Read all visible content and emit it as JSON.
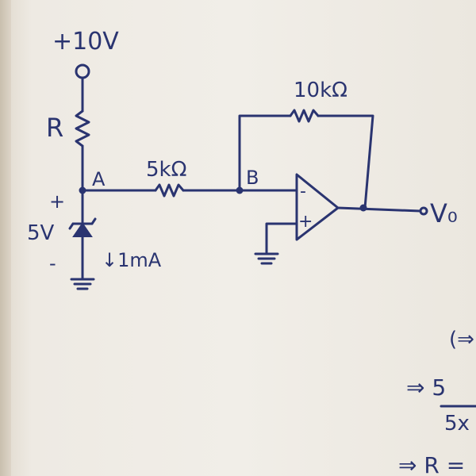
{
  "labels": {
    "supply": "+10V",
    "resistor_r": "R",
    "node_a": "A",
    "node_b": "B",
    "r_input": "5kΩ",
    "r_feedback": "10kΩ",
    "zener_plus": "+",
    "zener_voltage": "5V",
    "zener_minus": "-",
    "zener_current": "↓1mA",
    "opamp_inverting": "-",
    "opamp_noninverting": "+",
    "output": "V₀"
  },
  "margin_notes": {
    "line1": "(⇒",
    "line2": "⇒ 5",
    "line3": "5x",
    "line4": "⇒ R ="
  },
  "colors": {
    "ink": "#2a3470",
    "paper": "#f1eee8"
  }
}
